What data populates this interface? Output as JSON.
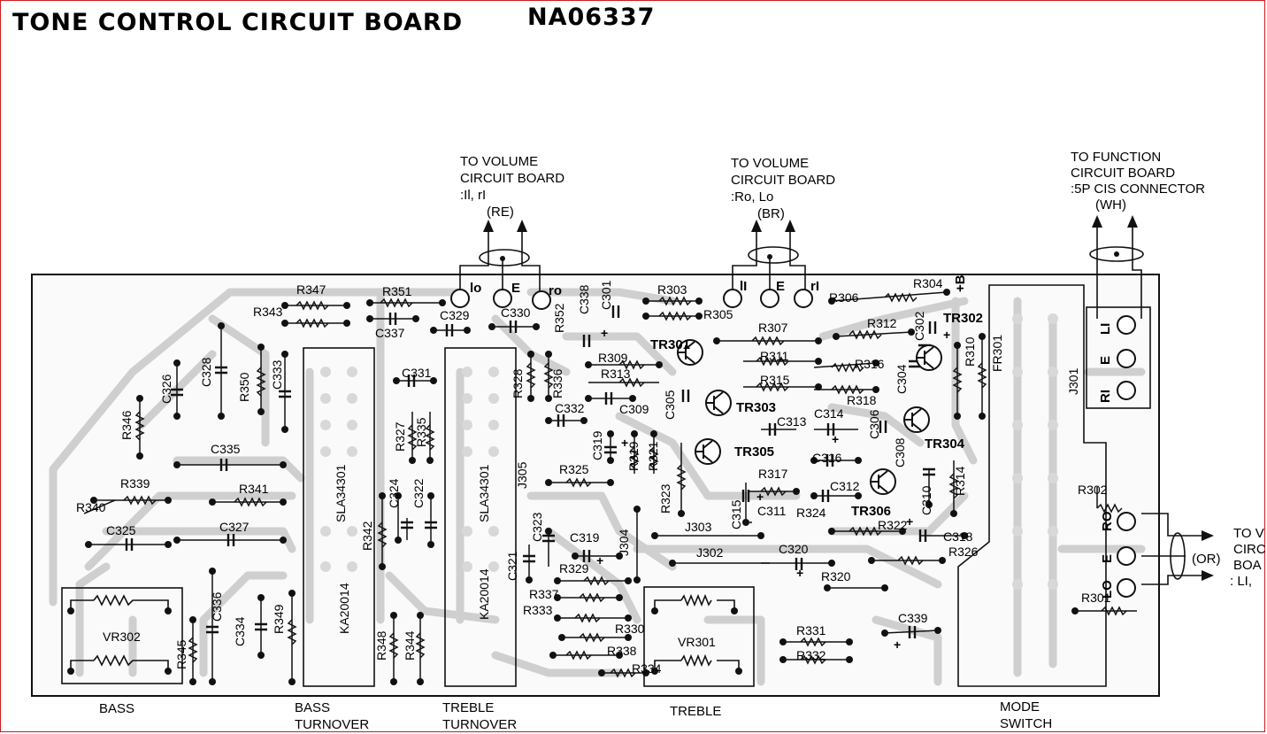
{
  "title": {
    "main": "TONE CONTROL CIRCUIT BOARD",
    "code": "NA06337"
  },
  "connectors": {
    "vol1": {
      "line1": "TO VOLUME",
      "line2": "CIRCUIT BOARD",
      "line3": ":Il, rI",
      "line4": "(RE)"
    },
    "vol2": {
      "line1": "TO VOLUME",
      "line2": "CIRCUIT BOARD",
      "line3": ":Ro, Lo",
      "line4": "(BR)"
    },
    "func": {
      "line1": "TO FUNCTION",
      "line2": "CIRCUIT BOARD",
      "line3": ":5P CIS CONNECTOR",
      "line4": "(WH)"
    },
    "right": {
      "line1": "TO V",
      "line2": "CIRC",
      "line3": "BOA",
      "line4": ": LI,",
      "or": "(OR)"
    }
  },
  "pins": {
    "lo": "lo",
    "e1": "E",
    "ro": "ro",
    "ll": "lI",
    "e2": "E",
    "rl": "rI",
    "li": "LI",
    "e3": "E",
    "ri": "RI",
    "ro2": "RO",
    "e4": "E",
    "lo2": "LO",
    "plusb": "+B"
  },
  "sections": {
    "bass": "BASS",
    "bass_turnover_1": "BASS",
    "bass_turnover_2": "TURNOVER",
    "treble_turnover_1": "TREBLE",
    "treble_turnover_2": "TURNOVER",
    "treble": "TREBLE",
    "mode_1": "MODE",
    "mode_2": "SWITCH"
  },
  "parts": {
    "sla1": "SLA34301",
    "sla2": "SLA34301",
    "ka1": "KA20014",
    "ka2": "KA20014",
    "vr302": "VR302",
    "vr301": "VR301",
    "j301": "J301",
    "fr301": "FR301"
  },
  "transistors": [
    "TR301",
    "TR302",
    "TR303",
    "TR304",
    "TR305",
    "TR306"
  ],
  "components": {
    "r347": "R347",
    "r351": "R351",
    "r343": "R343",
    "c337": "C337",
    "c329": "C329",
    "c330": "C330",
    "r352": "R352",
    "c338": "C338",
    "c301": "C301",
    "r303": "R303",
    "r305": "R305",
    "r304": "R304",
    "r306": "R306",
    "r312": "R312",
    "c302": "C302",
    "c328": "C328",
    "r350": "R350",
    "c333": "C333",
    "c326": "C326",
    "r346": "R346",
    "c331": "C331",
    "r328": "R328",
    "r336": "R336",
    "r309": "R309",
    "r313": "R313",
    "r307": "R307",
    "r311": "R311",
    "r315": "R315",
    "r316": "R316",
    "r318": "R318",
    "r310": "R310",
    "c304": "C304",
    "c335": "C335",
    "r327": "R327",
    "r335": "R335",
    "c332": "C332",
    "c309": "C309",
    "c305": "C305",
    "c313": "C313",
    "c314": "C314",
    "c306": "C306",
    "r339": "R339",
    "r341": "R341",
    "r340": "R340",
    "c324": "C324",
    "c322": "C322",
    "j305": "J305",
    "c319a": "C319",
    "r319": "R319",
    "r321": "R321",
    "r325": "R325",
    "c316": "C316",
    "c308": "C308",
    "r314": "R314",
    "r323": "R323",
    "c315": "C315",
    "r317": "R317",
    "c311": "C311",
    "c312": "C312",
    "r324": "R324",
    "c310": "C310",
    "c325": "C325",
    "c327": "C327",
    "r342": "R342",
    "c323": "C323",
    "j303": "J303",
    "r322": "R322",
    "c318": "C318",
    "r302": "R302",
    "j304": "J304",
    "c319b": "C319",
    "c321": "C321",
    "r329": "R329",
    "j302": "J302",
    "c320": "C320",
    "r326": "R326",
    "r320": "R320",
    "r337": "R337",
    "c336": "C336",
    "c334": "C334",
    "r349": "R349",
    "r333": "R333",
    "r301": "R301",
    "c339": "C339",
    "r345": "R345",
    "r348": "R348",
    "r344": "R344",
    "r330": "R330",
    "r331": "R331",
    "r338": "R338",
    "r332": "R332",
    "r334": "R334"
  },
  "colors": {
    "ink": "#111111",
    "trace": "#cfcfcf",
    "frame": "#d11a1a"
  }
}
